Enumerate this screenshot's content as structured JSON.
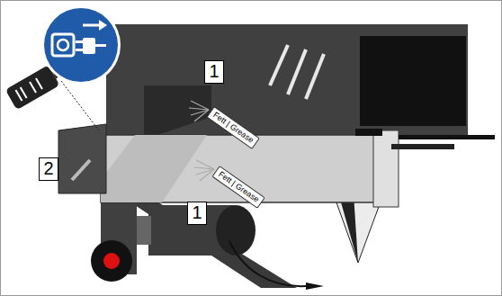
{
  "diagram": {
    "labels": [
      "1",
      "2",
      "1",
      "Fett | Grease",
      "Fett | Grease"
    ]
  }
}
